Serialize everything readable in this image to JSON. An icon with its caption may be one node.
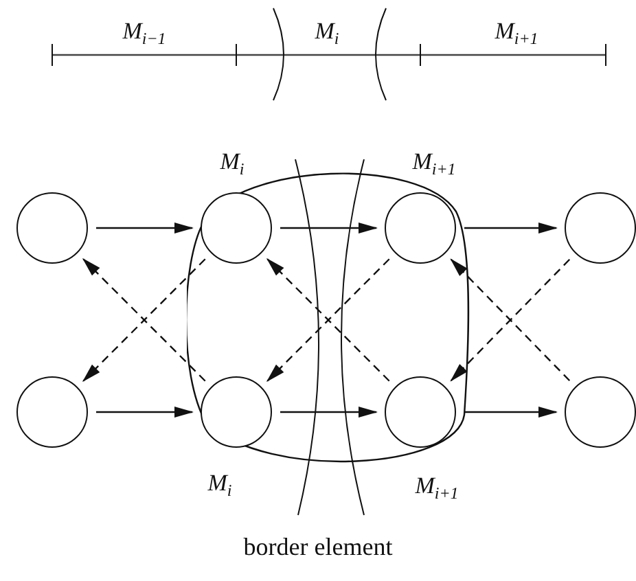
{
  "diagram": {
    "nodes": [
      {
        "text": [],
        "shape": "box"
      },
      {
        "text": [],
        "shape": "circle"
      },
      {
        "text": [],
        "shape": "circle",
        "in": 0,
        "beside": [
          "*M*$_{i}$"
        ]
      },
      {
        "text": [],
        "shape": "circle",
        "in": 0,
        "beside": [
          "*M*$_{i+1}$"
        ]
      },
      {
        "text": [],
        "shape": "circle"
      },
      {
        "text": [],
        "shape": "circle"
      },
      {
        "text": [],
        "shape": "circle",
        "in": 0,
        "beside": [
          "*M*$_{i}$"
        ]
      },
      {
        "text": [],
        "shape": "circle",
        "in": 0,
        "beside": [
          "*M*$_{i+1}$"
        ]
      },
      {
        "text": [],
        "shape": "circle"
      }
    ],
    "edges": [
      {
        "from": 1,
        "to": 2,
        "arrow": "to"
      },
      {
        "from": 2,
        "to": 3,
        "arrow": "to"
      },
      {
        "from": 3,
        "to": 4,
        "arrow": "to"
      },
      {
        "from": 5,
        "to": 6,
        "arrow": "to"
      },
      {
        "from": 6,
        "to": 7,
        "arrow": "to"
      },
      {
        "from": 7,
        "to": 8,
        "arrow": "to"
      },
      {
        "from": 6,
        "to": 1,
        "arrow": "to",
        "style": "dashed"
      },
      {
        "from": 2,
        "to": 5,
        "arrow": "to",
        "style": "dashed"
      },
      {
        "from": 7,
        "to": 2,
        "arrow": "to",
        "style": "dashed"
      },
      {
        "from": 3,
        "to": 6,
        "arrow": "to",
        "style": "dashed"
      },
      {
        "from": 8,
        "to": 3,
        "arrow": "to",
        "style": "dashed"
      },
      {
        "from": 4,
        "to": 7,
        "arrow": "to",
        "style": "dashed"
      }
    ],
    "labels": [
      "*M*$_{i−1}$",
      "*M*$_{i}$",
      "*M*$_{i+1}$"
    ],
    "caption": "border element"
  }
}
